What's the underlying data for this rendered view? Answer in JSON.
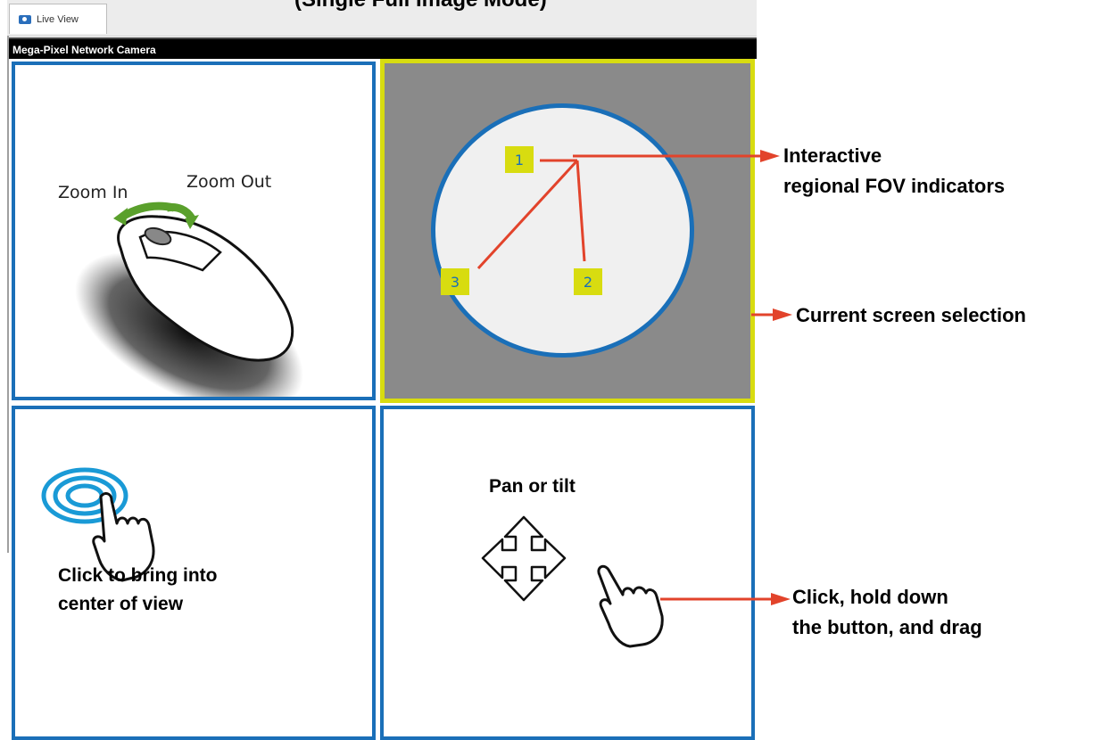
{
  "heading_partial": "(Single Full Image Mode)",
  "tab": {
    "label": "Live View",
    "icon": "camera-icon"
  },
  "window_title": "Mega-Pixel Network Camera",
  "panes": {
    "mouse": {
      "zoom_in": "Zoom In",
      "zoom_out": "Zoom Out",
      "icon": "mouse-icon"
    },
    "fisheye": {
      "indicators": [
        "1",
        "2",
        "3"
      ]
    },
    "click": {
      "icon": "click-ripple-hand-icon",
      "caption_line1": "Click to bring into",
      "caption_line2": "center of view"
    },
    "pan": {
      "title": "Pan or tilt",
      "icons": [
        "four-way-arrow-icon",
        "pointing-hand-icon"
      ]
    }
  },
  "callouts": {
    "fov_line1": "Interactive",
    "fov_line2": "regional FOV indicators",
    "selection": "Current screen selection",
    "drag_line1": "Click, hold down",
    "drag_line2": "the button, and drag"
  },
  "colors": {
    "pane_border": "#1a6fb8",
    "selection_border": "#d8dc10",
    "callout_arrow": "#e2432b",
    "fisheye_bg": "#8a8a8a"
  }
}
